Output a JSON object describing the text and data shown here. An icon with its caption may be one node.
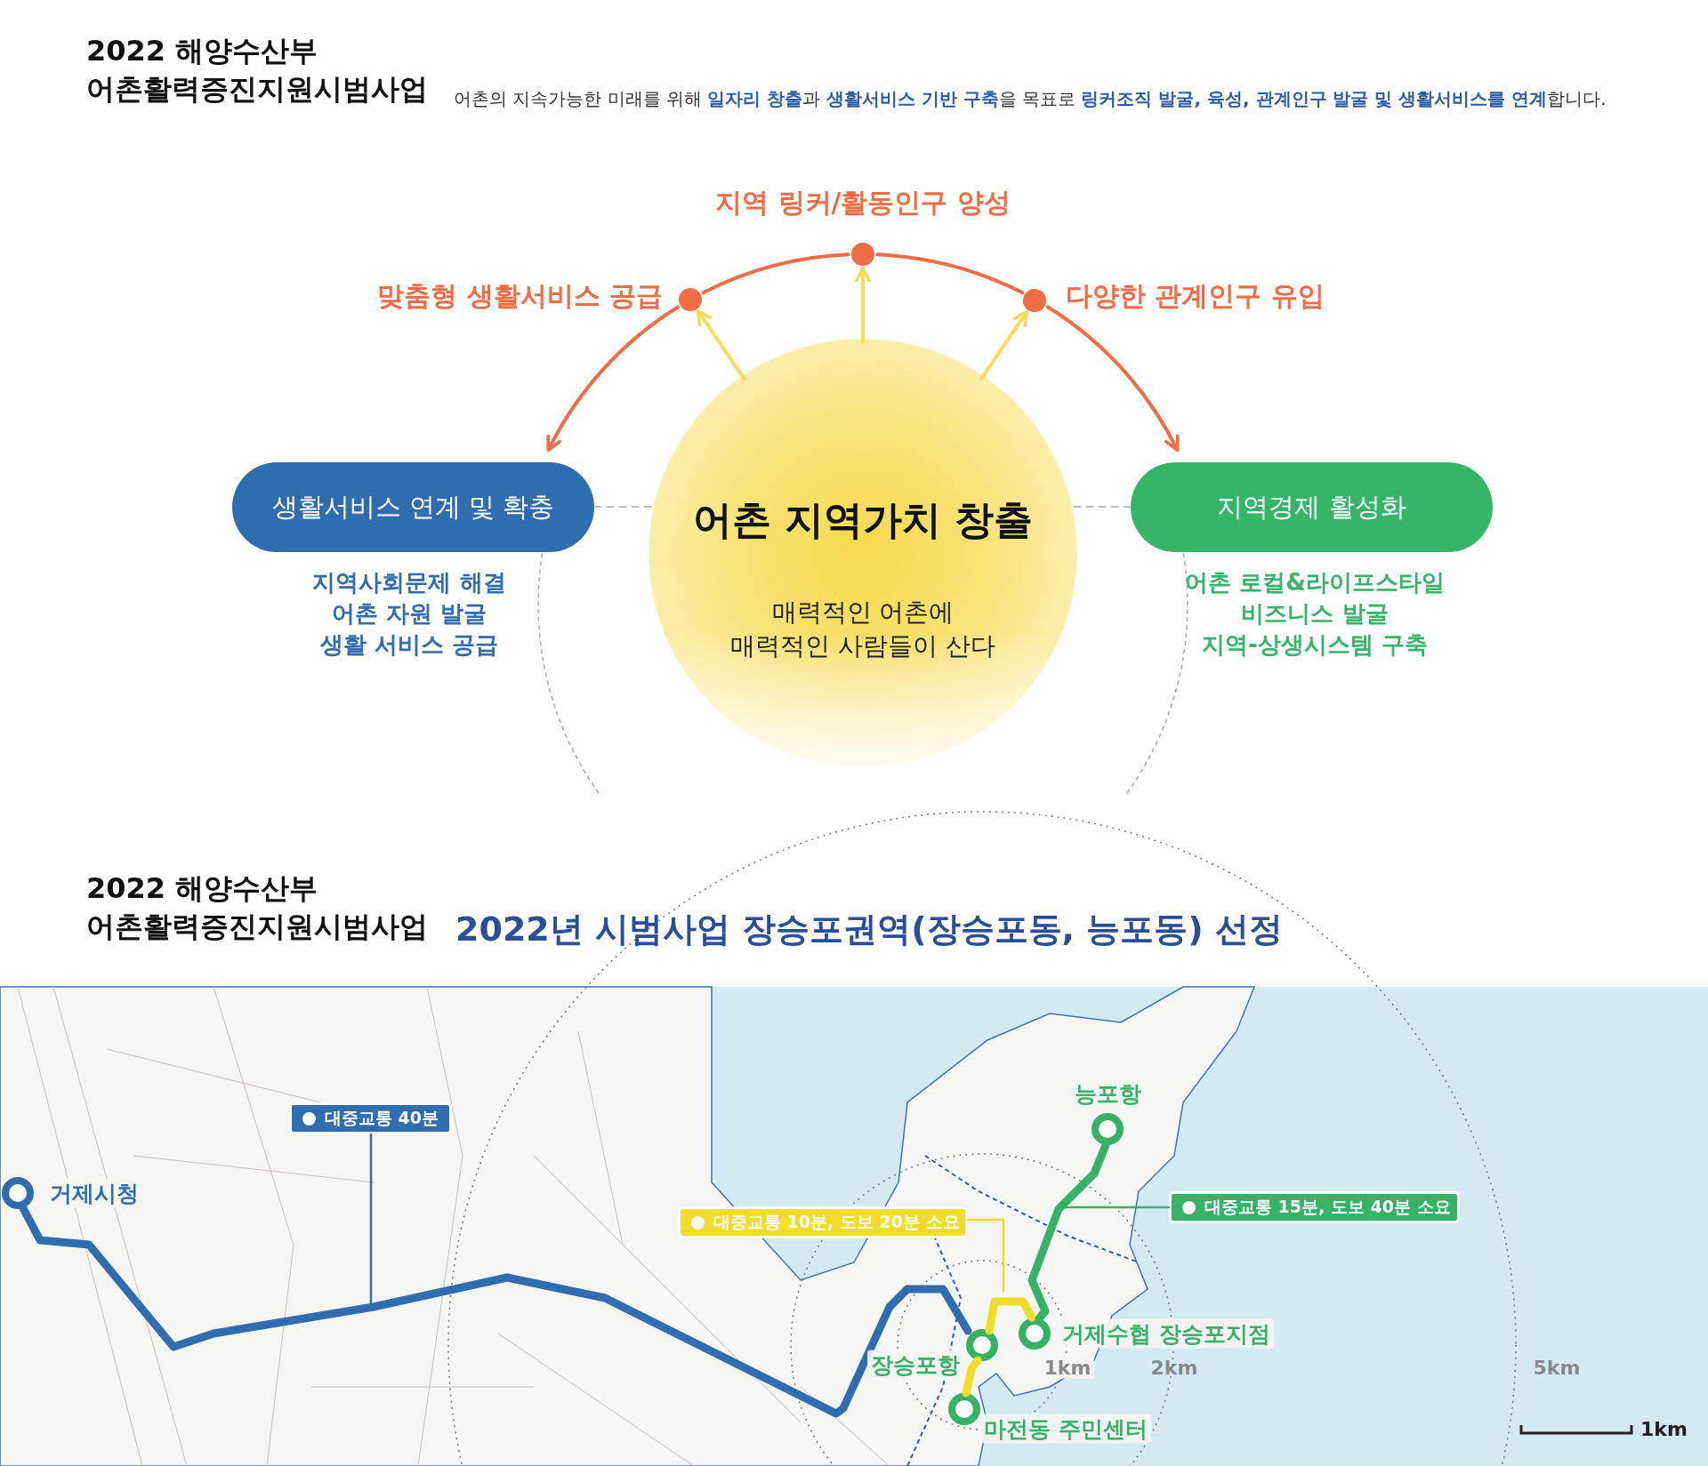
{
  "diagram": {
    "title": "2022 해양수산부 어촌활력증진지원시범사업",
    "nodes": [
      {
        "text": [
          "어촌 지역가치 창출",
          "매력적인 어촌에 매력적인 사람들이 산다"
        ]
      },
      {
        "text": [
          "생활서비스 연계 및 확충"
        ],
        "beside": [
          "지역사회문제 해결",
          "어촌 자원 발굴",
          "생활 서비스 공급"
        ]
      },
      {
        "text": [
          "지역경제 활성화"
        ],
        "beside": [
          "어촌 로컬&라이프스타일",
          "비즈니스 발굴",
          "지역-상생시스템 구축"
        ]
      },
      {
        "text": [],
        "shape": "circle",
        "beside": [
          "맞춤형 생활서비스 공급"
        ]
      },
      {
        "text": [],
        "shape": "circle",
        "beside": [
          "지역 링커/활동인구 양성"
        ]
      },
      {
        "text": [],
        "shape": "circle",
        "beside": [
          "다양한 관계인구 유입"
        ]
      },
      {
        "text": [],
        "shape": "circle",
        "beside": [
          "거제시청"
        ]
      },
      {
        "text": [],
        "shape": "circle",
        "beside": [
          "장승포항"
        ]
      },
      {
        "text": [],
        "shape": "circle",
        "beside": [
          "거제수협 장승포지점"
        ]
      },
      {
        "text": [],
        "shape": "circle",
        "beside": [
          "능포항"
        ]
      },
      {
        "text": [],
        "shape": "circle",
        "beside": [
          "마전동 주민센터"
        ]
      },
      {
        "text": [
          "대중교통 40분"
        ]
      },
      {
        "text": [
          "대중교통 10분, 도보 20분 소요"
        ]
      },
      {
        "text": [
          "대중교통 15분, 도보 40분 소요"
        ]
      }
    ],
    "edges": [
      {
        "from": 3,
        "to": 1,
        "arrow": "to",
        "color": "#ef6c45"
      },
      {
        "from": 3,
        "to": 4,
        "arrow": "none",
        "color": "#ef6c45"
      },
      {
        "from": 4,
        "to": 5,
        "arrow": "none",
        "color": "#ef6c45"
      },
      {
        "from": 5,
        "to": 2,
        "arrow": "to",
        "color": "#ef6c45"
      },
      {
        "from": 0,
        "to": 3,
        "arrow": "to",
        "color": "#f5dd5a"
      },
      {
        "from": 0,
        "to": 4,
        "arrow": "to",
        "color": "#f5dd5a"
      },
      {
        "from": 0,
        "to": 5,
        "arrow": "to",
        "color": "#f5dd5a"
      },
      {
        "from": 6,
        "to": 7,
        "arrow": "none",
        "style": "thick",
        "color": "#2f6db0"
      },
      {
        "from": 10,
        "to": 7,
        "arrow": "none",
        "style": "thick",
        "color": "#f2dc2a"
      },
      {
        "from": 7,
        "to": 8,
        "arrow": "none",
        "style": "thick",
        "color": "#f2dc2a"
      },
      {
        "from": 8,
        "to": 9,
        "arrow": "none",
        "style": "thick",
        "color": "#36b266"
      },
      {
        "from": 1,
        "to": 0,
        "arrow": "none",
        "style": "dashed",
        "color": "#aaaaaa"
      },
      {
        "from": 2,
        "to": 0,
        "arrow": "none",
        "style": "dashed",
        "color": "#aaaaaa"
      },
      {
        "from": 11,
        "to": null,
        "arrow": "none",
        "color": "#2f6db0"
      },
      {
        "from": 12,
        "to": null,
        "arrow": "none",
        "color": "#f2dc2a"
      },
      {
        "from": 13,
        "to": null,
        "arrow": "none",
        "color": "#36b266"
      }
    ],
    "labels": [
      "어촌의 지속가능한 미래를 위해 **일자리 창출**과 **생활서비스 기반 구축**을 목표로 **링커조직 발굴, 육성, 관계인구 발굴 및 생활서비스를 연계**합니다.",
      "2022 해양수산부 어촌활력증진지원시범사업",
      "2022년 시범사업 장승포권역(장승포동, 능포동) 선정",
      "1km",
      "2km",
      "5km",
      "1km"
    ]
  }
}
